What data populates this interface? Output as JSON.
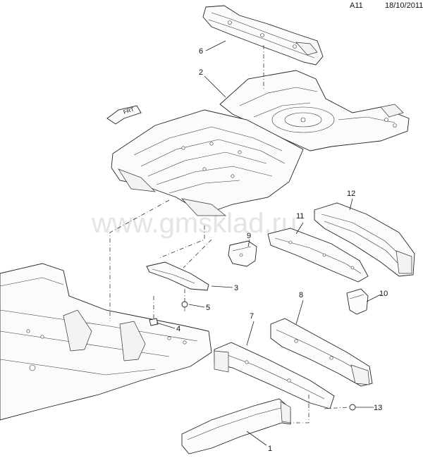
{
  "header": {
    "page_code": "A11",
    "date": "18/10/2011"
  },
  "watermark": "www.gmsklad.ru",
  "front_indicator": {
    "label": "FRT",
    "icon": "front-arrow-icon"
  },
  "callouts": [
    {
      "id": "callout-1",
      "label": "1"
    },
    {
      "id": "callout-2",
      "label": "2"
    },
    {
      "id": "callout-3",
      "label": "3"
    },
    {
      "id": "callout-4",
      "label": "4"
    },
    {
      "id": "callout-5",
      "label": "5"
    },
    {
      "id": "callout-6",
      "label": "6"
    },
    {
      "id": "callout-7",
      "label": "7"
    },
    {
      "id": "callout-8",
      "label": "8"
    },
    {
      "id": "callout-9",
      "label": "9"
    },
    {
      "id": "callout-10",
      "label": "10"
    },
    {
      "id": "callout-11",
      "label": "11"
    },
    {
      "id": "callout-12",
      "label": "12"
    },
    {
      "id": "callout-13",
      "label": "13"
    }
  ],
  "colors": {
    "line": "#222222",
    "fill": "#fbfbfb",
    "watermark": "#cfcfcf"
  }
}
